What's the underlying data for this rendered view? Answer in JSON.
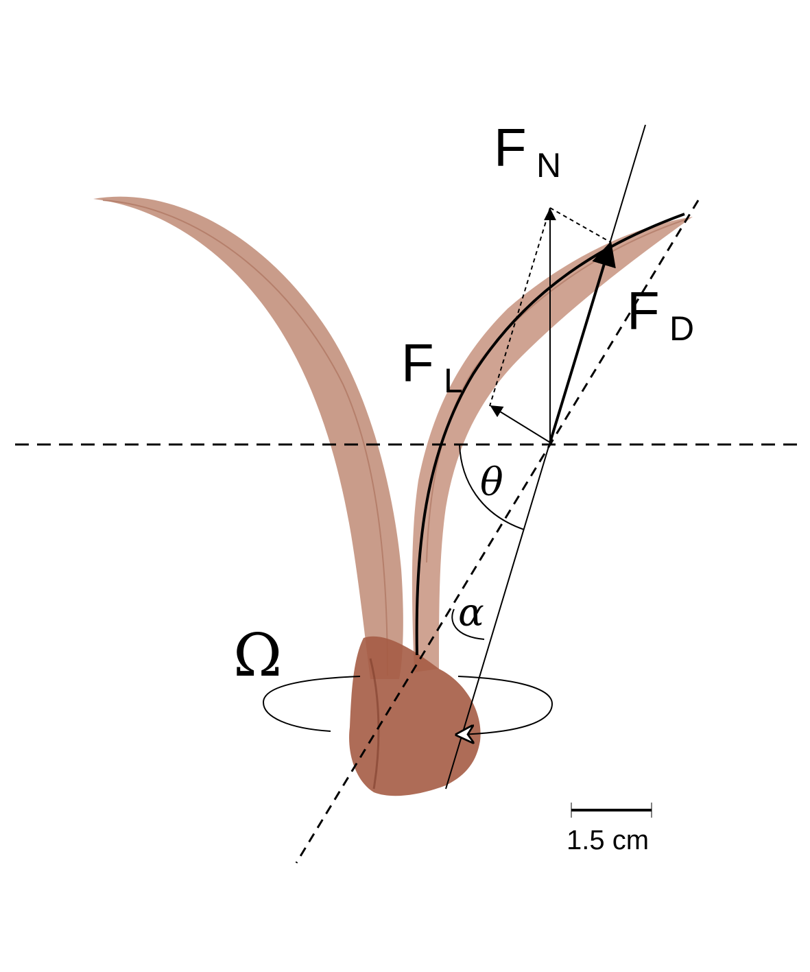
{
  "labels": {
    "fn_main": "F",
    "fn_sub": "N",
    "fd_main": "F",
    "fd_sub": "D",
    "fl_main": "F",
    "fl_sub": "L",
    "theta": "θ",
    "alpha": "α",
    "omega": "Ω"
  },
  "scale_bar": {
    "label": "1.5 cm"
  },
  "colors": {
    "wing": "#b97f68",
    "wing_light": "#c9988a",
    "seed": "#a8614a",
    "ink": "#000000"
  }
}
